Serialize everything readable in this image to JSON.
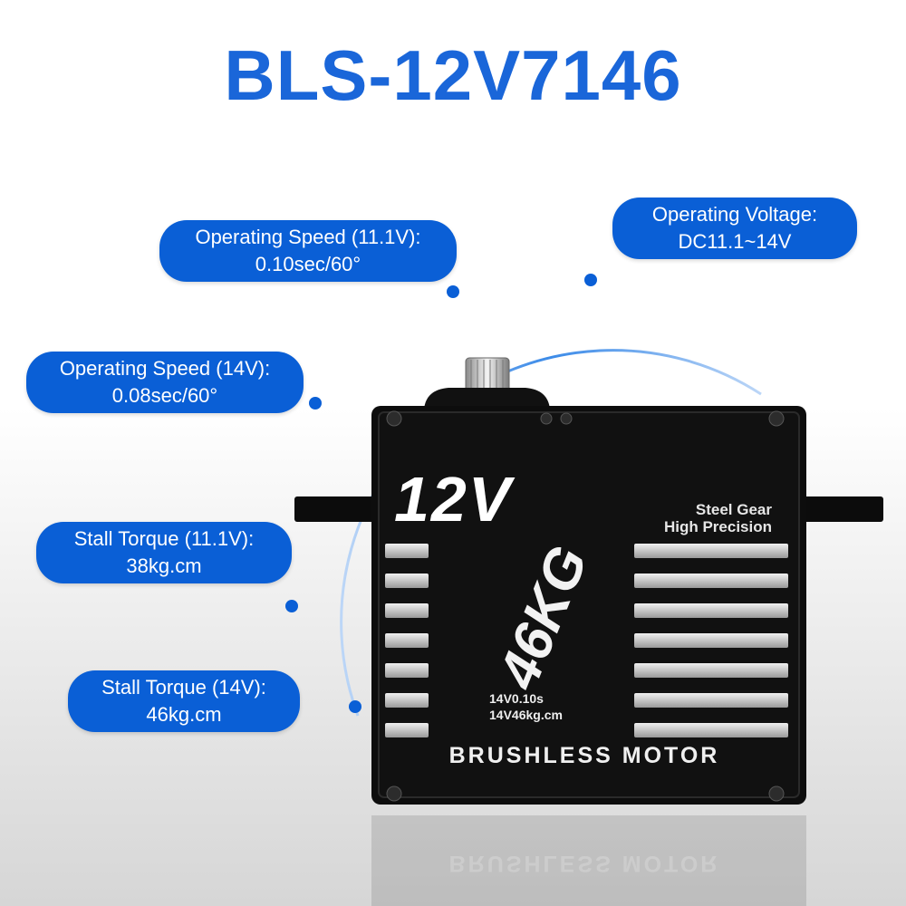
{
  "title": "BLS-12V7146",
  "specs": {
    "speed_11v_label": "Operating Speed (11.1V):",
    "speed_11v_value": "0.10sec/60°",
    "voltage_label": "Operating Voltage:",
    "voltage_value": "DC11.1~14V",
    "speed_14v_label": "Operating Speed (14V):",
    "speed_14v_value": "0.08sec/60°",
    "torque_11v_label": "Stall Torque (11.1V):",
    "torque_11v_value": "38kg.cm",
    "torque_14v_label": "Stall Torque (14V):",
    "torque_14v_value": "46kg.cm"
  },
  "servo": {
    "logo": "12V",
    "line1": "Steel Gear",
    "line2": "High Precision",
    "torque_badge": "46KG",
    "spec1": "14V0.10s",
    "spec2": "14V46kg.cm",
    "motor": "BRUSHLESS MOTOR"
  },
  "colors": {
    "accent": "#0a5fd6",
    "title": "#1a66d9",
    "servo_body": "#0d0d0d",
    "servo_fin": "#c8c8c8"
  }
}
